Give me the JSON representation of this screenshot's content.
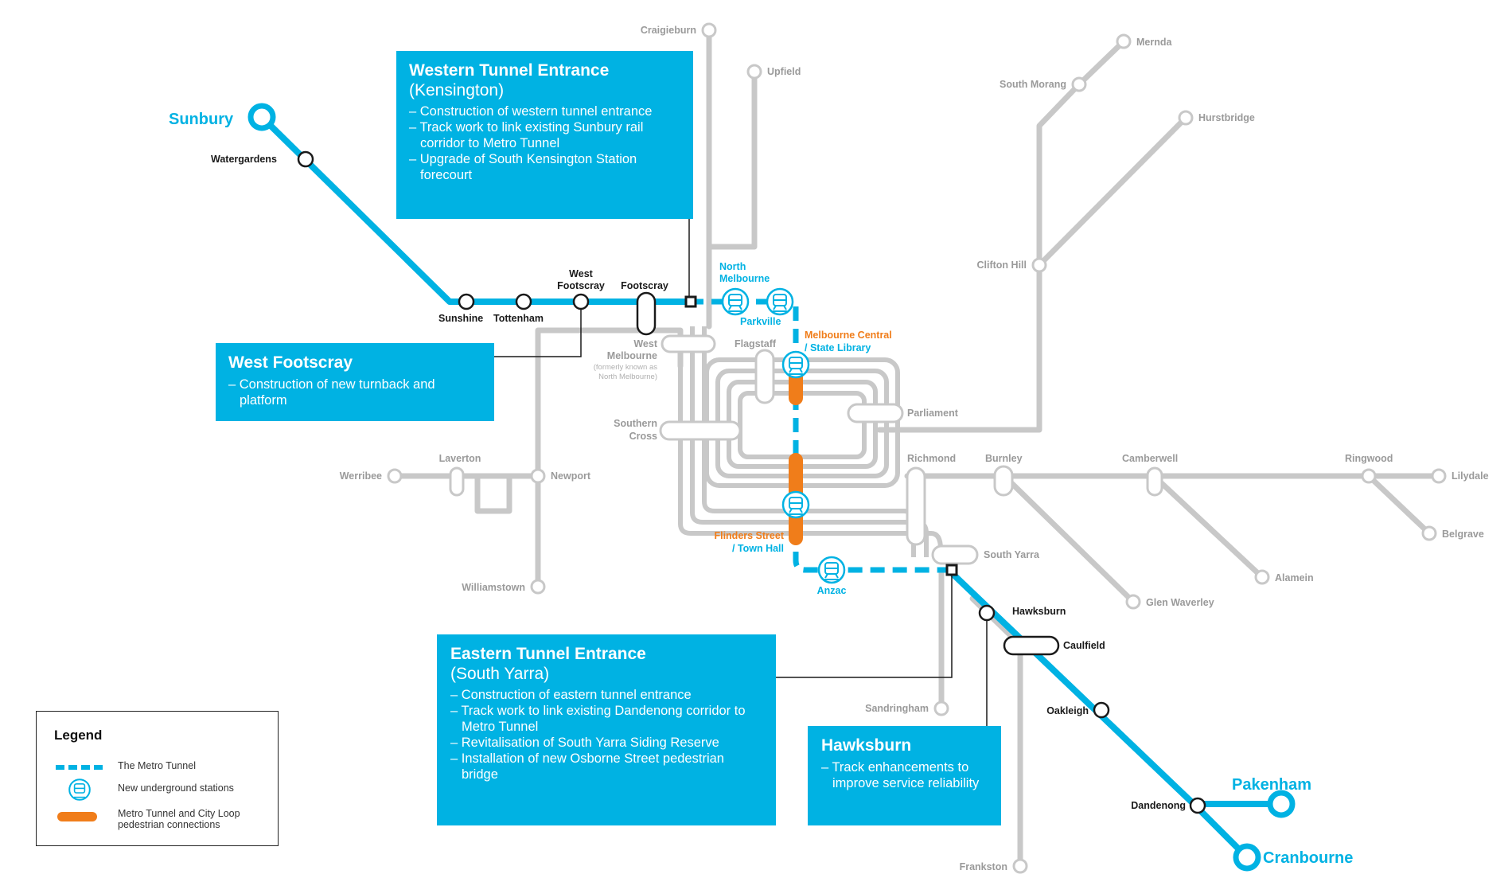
{
  "colors": {
    "metro_tunnel": "#00b2e3",
    "network_line": "#c8c8c8",
    "pedestrian_connection": "#f07d1a",
    "station_dark": "#1a1a1a",
    "station_grey": "#9a9a9a",
    "box_fill": "#00b2e3"
  },
  "stations": {
    "sunbury": "Sunbury",
    "watergardens": "Watergardens",
    "sunshine": "Sunshine",
    "tottenham": "Tottenham",
    "west_footscray": [
      "West",
      "Footscray"
    ],
    "footscray": "Footscray",
    "north_melbourne": [
      "North",
      "Melbourne"
    ],
    "parkville": "Parkville",
    "melbourne_central": [
      "Melbourne Central",
      "/ State Library"
    ],
    "flagstaff": "Flagstaff",
    "west_melbourne": [
      "West",
      "Melbourne"
    ],
    "west_melbourne_note": [
      "(formerly known as",
      "North Melbourne)"
    ],
    "southern_cross": [
      "Southern",
      "Cross"
    ],
    "parliament": "Parliament",
    "flinders_street": [
      "Flinders Street",
      "/ Town Hall"
    ],
    "anzac": "Anzac",
    "richmond": "Richmond",
    "burnley": "Burnley",
    "camberwell": "Camberwell",
    "ringwood": "Ringwood",
    "lilydale": "Lilydale",
    "belgrave": "Belgrave",
    "alamein": "Alamein",
    "glen_waverley": "Glen Waverley",
    "south_yarra": "South Yarra",
    "hawksburn": "Hawksburn",
    "caulfield": "Caulfield",
    "oakleigh": "Oakleigh",
    "dandenong": "Dandenong",
    "pakenham": "Pakenham",
    "cranbourne": "Cranbourne",
    "sandringham": "Sandringham",
    "frankston": "Frankston",
    "craigieburn": "Craigieburn",
    "upfield": "Upfield",
    "mernda": "Mernda",
    "south_morang": "South Morang",
    "hurstbridge": "Hurstbridge",
    "clifton_hill": "Clifton Hill",
    "werribee": "Werribee",
    "laverton": "Laverton",
    "newport": "Newport",
    "williamstown": "Williamstown"
  },
  "callouts": {
    "western": {
      "title": "Western Tunnel Entrance",
      "subtitle": "(Kensington)",
      "items": [
        "Construction of western tunnel entrance",
        "Track work to link existing Sunbury rail corridor to Metro Tunnel",
        "Upgrade of South Kensington Station forecourt"
      ]
    },
    "west_footscray": {
      "title": "West Footscray",
      "items": [
        "Construction of new turnback and platform"
      ]
    },
    "eastern": {
      "title": "Eastern Tunnel Entrance",
      "subtitle": "(South Yarra)",
      "items": [
        "Construction of eastern tunnel entrance",
        "Track work to link existing Dandenong corridor to Metro Tunnel",
        "Revitalisation of South Yarra Siding Reserve",
        "Installation of new Osborne Street pedestrian bridge"
      ]
    },
    "hawksburn": {
      "title": "Hawksburn",
      "items": [
        "Track enhancements to improve service reliability"
      ]
    }
  },
  "legend": {
    "title": "Legend",
    "items": [
      {
        "icon": "dashed-line-icon",
        "label": "The Metro Tunnel"
      },
      {
        "icon": "train-station-icon",
        "label": "New underground stations"
      },
      {
        "icon": "orange-bar-icon",
        "label": "Metro Tunnel and City Loop pedestrian connections"
      }
    ]
  }
}
